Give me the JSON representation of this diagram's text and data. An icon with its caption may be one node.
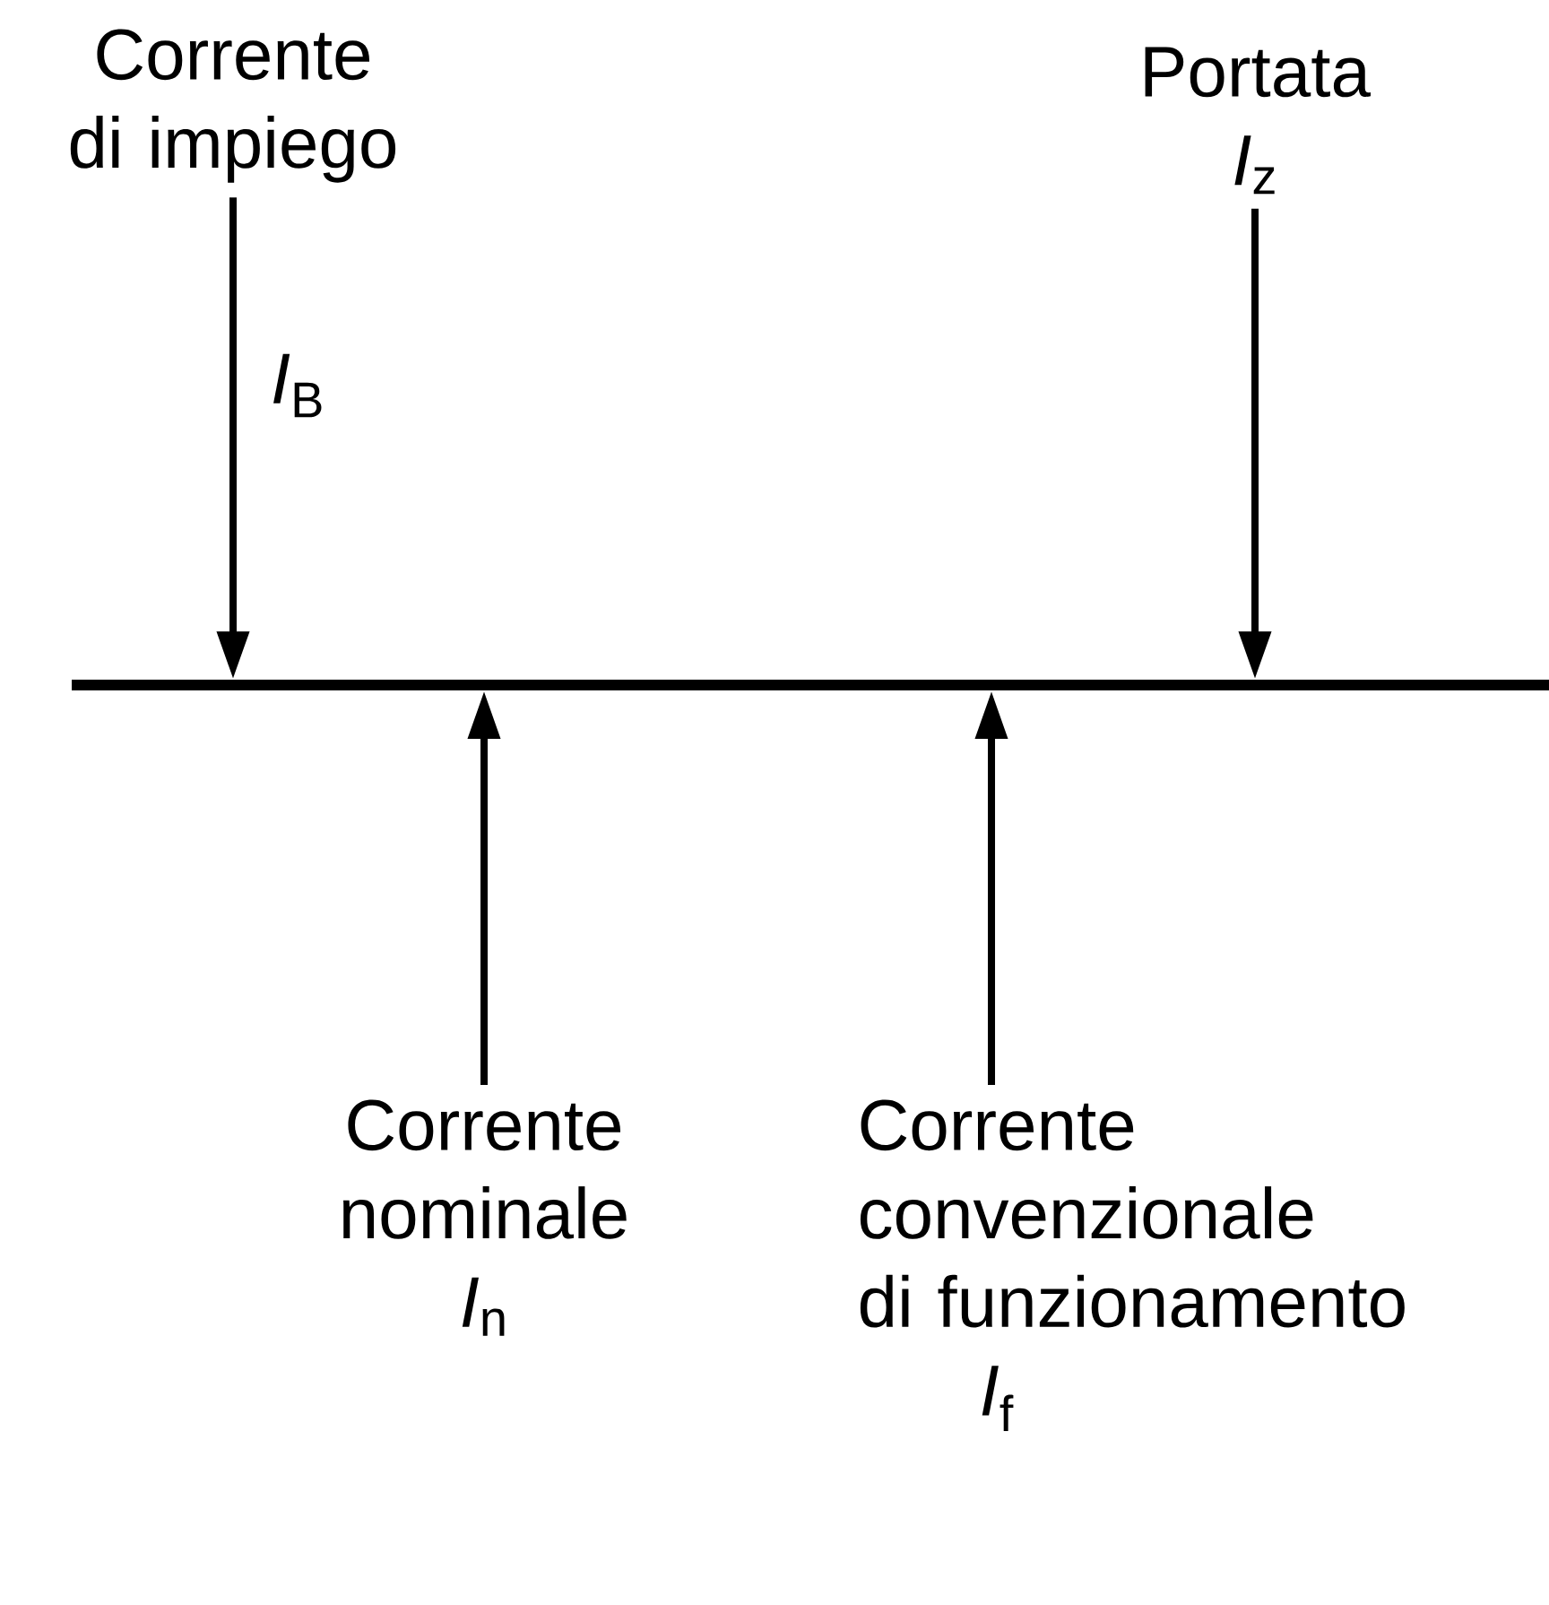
{
  "diagram": {
    "nodes": [
      {
        "text": [
          "Corrente di impiego"
        ]
      },
      {
        "text": [
          "Portata",
          "*I*$_{z}$"
        ]
      },
      {
        "text": [],
        "shape": "bar"
      },
      {
        "text": [
          "Corrente nominale",
          "*I*$_{n}$"
        ]
      },
      {
        "text": [
          "Corrente convenzionale di funzionamento",
          "*I*$_{f}$"
        ]
      }
    ],
    "edges": [
      {
        "from": 0,
        "to": 2,
        "arrow": "to",
        "label": "*I*$_{B}$"
      },
      {
        "from": 1,
        "to": 2,
        "arrow": "to"
      },
      {
        "from": 3,
        "to": 2,
        "arrow": "to"
      },
      {
        "from": 4,
        "to": 2,
        "arrow": "to"
      }
    ]
  }
}
